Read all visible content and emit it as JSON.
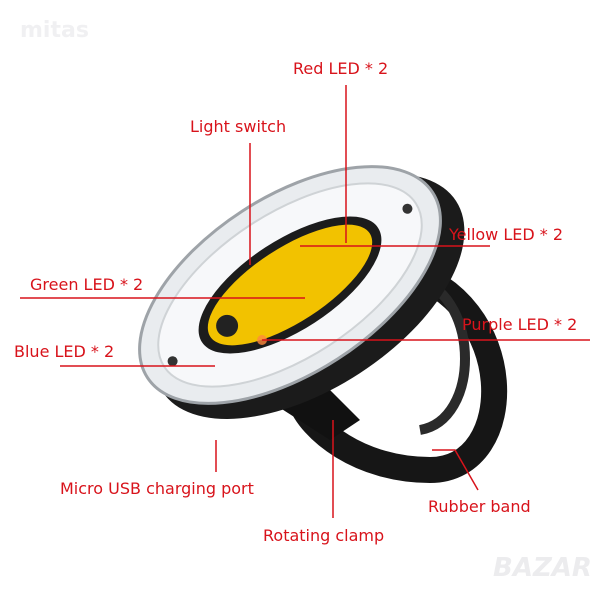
{
  "watermark": "mitas",
  "logo": "BAZAR",
  "labels": {
    "red_led": "Red LED * 2",
    "light_switch": "Light switch",
    "yellow_led": "Yellow LED * 2",
    "green_led": "Green LED * 2",
    "purple_led": "Purple LED * 2",
    "blue_led": "Blue LED * 2",
    "usb_port": "Micro USB charging port",
    "rubber_band": "Rubber band",
    "rotating_clamp": "Rotating clamp"
  },
  "colors": {
    "label": "#d8131b",
    "yellow": "#f2c200",
    "body": "#1d1d1d"
  }
}
